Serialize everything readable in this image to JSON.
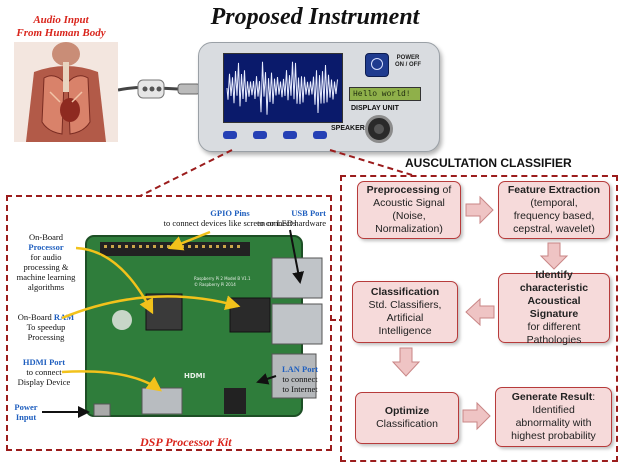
{
  "title": "Proposed Instrument",
  "audio_input": {
    "line1": "Audio Input",
    "line2": "From Human Body"
  },
  "device": {
    "screen_text": "Hello world!",
    "display_unit": "DISPLAY UNIT",
    "speaker": "SPEAKER",
    "power": "POWER",
    "on_off": "ON / OFF"
  },
  "classifier": {
    "title": "AUSCULTATION CLASSIFIER",
    "preprocessing": {
      "bold": "Preprocessing",
      "rest1": " of",
      "line2": "Acoustic Signal",
      "line3": "(Noise,",
      "line4": "Normalization)"
    },
    "feature": {
      "bold": "Feature Extraction",
      "line2": "(temporal,",
      "line3": "frequency based,",
      "line4": "cepstral, wavelet)"
    },
    "identify": {
      "bold1": "Identify",
      "bold2": "characteristic",
      "bold3": "Acoustical Signature",
      "line4": "for different",
      "line5": "Pathologies"
    },
    "classification": {
      "bold": "Classification",
      "line2": "Std. Classifiers,",
      "line3": "Artificial",
      "line4": "Intelligence"
    },
    "optimize": {
      "bold": "Optimize",
      "line2": "Classification"
    },
    "result": {
      "bold": "Generate Result",
      "colon": ":",
      "line2": "Identified",
      "line3": "abnormality with",
      "line4": "highest probability"
    }
  },
  "dsp": {
    "kit_label": "DSP Processor Kit",
    "gpio_title": "GPIO Pins",
    "gpio_desc": "to connect devices like screen or LEDs",
    "usb_title": "USB Port",
    "usb_desc": "to connect hardware",
    "processor_pre": "On-Board",
    "processor_title": "Processor",
    "processor_desc1": "for audio",
    "processor_desc2": "processing &",
    "processor_desc3": "machine learning",
    "processor_desc4": "algorithms",
    "ram_pre": "On-Board",
    "ram_title": "RAM",
    "ram_desc1": "To speedup",
    "ram_desc2": "Processing",
    "hdmi_title": "HDMI Port",
    "hdmi_desc1": "to connect",
    "hdmi_desc2": "Display Device",
    "power_title1": "Power",
    "power_title2": "Input",
    "lan_title": "LAN Port",
    "lan_desc1": "to connect",
    "lan_desc2": "to Internet",
    "board_text1": "Raspberry Pi 2 Model B V1.1",
    "board_text2": "© Raspberry Pi 2014",
    "hdmi_silk": "HDMI"
  },
  "colors": {
    "accent_red": "#d9251c",
    "box_fill": "#f6dada",
    "box_border": "#b73b3b",
    "label_blue": "#1f5fbf",
    "board_green": "#2f7d3b"
  }
}
